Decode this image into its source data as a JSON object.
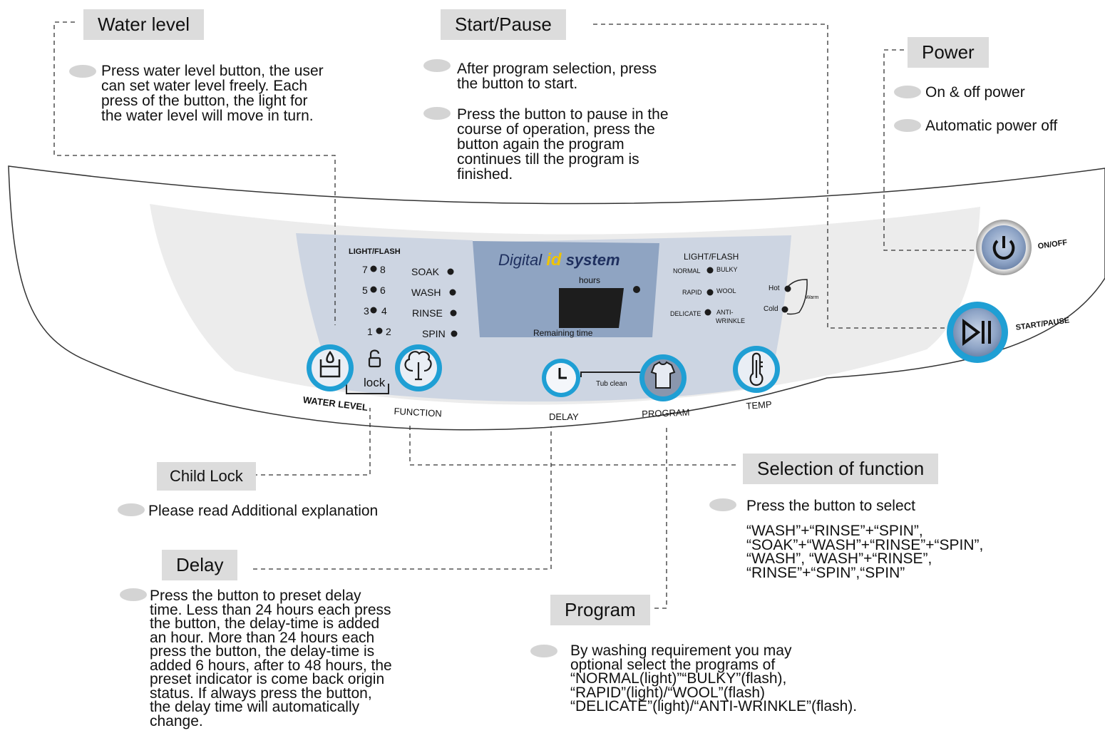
{
  "callouts": {
    "water_level": {
      "title": "Water level",
      "bullets": [
        "Press water level button, the user\ncan set water level freely. Each\npress of the button, the light for\nthe water level will move in turn."
      ]
    },
    "start_pause": {
      "title": "Start/Pause",
      "bullets": [
        "After program selection, press\nthe button to start.",
        "Press the button to pause in the\ncourse of operation, press the\nbutton again the program\ncontinues till the program is\nfinished."
      ]
    },
    "power": {
      "title": "Power",
      "bullets": [
        "On & off power",
        "Automatic power off"
      ]
    },
    "child_lock": {
      "title": "Child Lock",
      "bullets": [
        "Please read Additional explanation"
      ]
    },
    "delay": {
      "title": "Delay",
      "bullets": [
        "Press the button to preset delay\ntime. Less than 24 hours each press\nthe button, the delay-time is added\nan hour. More than 24 hours each\npress the button, the delay-time is\nadded 6 hours, after to 48 hours, the\npreset indicator is come back origin\nstatus. If always press the button,\nthe delay time will automatically\nchange."
      ]
    },
    "selection_function": {
      "title": "Selection of function",
      "bullets": [
        "Press the button to select"
      ],
      "detail": "“WASH”+“RINSE”+“SPIN”,\n“SOAK”+“WASH”+“RINSE”+“SPIN”,\n“WASH”, “WASH”+“RINSE”,\n“RINSE”+“SPIN”,“SPIN”"
    },
    "program": {
      "title": "Program",
      "bullets": [
        "By washing requirement you may\noptional select the programs of\n“NORMAL(light)”“BULKY”(flash),\n“RAPID”(light)/“WOOL”(flash)\n“DELICATE”(light)/“ANTI-WRINKLE”(flash)."
      ]
    }
  },
  "panel": {
    "light_flash_left": "LIGHT/FLASH",
    "level_pairs": [
      "7",
      "8",
      "5",
      "6",
      "3",
      "4",
      "1",
      "2"
    ],
    "functions": [
      "SOAK",
      "WASH",
      "RINSE",
      "SPIN"
    ],
    "brand": {
      "part1": "Digital ",
      "part2": "id",
      "part3": " system"
    },
    "hours": "hours",
    "remaining_time": "Remaining time",
    "light_flash_right": "LIGHT/FLASH",
    "programs": {
      "normal": "NORMAL",
      "bulky": "BULKY",
      "rapid": "RAPID",
      "wool": "WOOL",
      "delicate": "DELICATE",
      "anti": "ANTI-",
      "wrinkle": "WRINKLE"
    },
    "temps": {
      "hot": "Hot",
      "cold": "Cold",
      "warm": "Warm"
    },
    "lock": "lock",
    "tub_clean": "Tub clean",
    "button_labels": {
      "water_level": "WATER LEVEL",
      "function": "FUNCTION",
      "delay": "DELAY",
      "program": "PROGRAM",
      "temp": "TEMP",
      "on_off": "ON/OFF",
      "start_pause": "START/PAUSE"
    }
  },
  "colors": {
    "accent": "#1f9fd4",
    "panel_bg": "#cdd5e2",
    "display_bg": "#8fa4c2",
    "button_fill": "#e9eef5",
    "callout_bg": "#dcdcdc"
  }
}
